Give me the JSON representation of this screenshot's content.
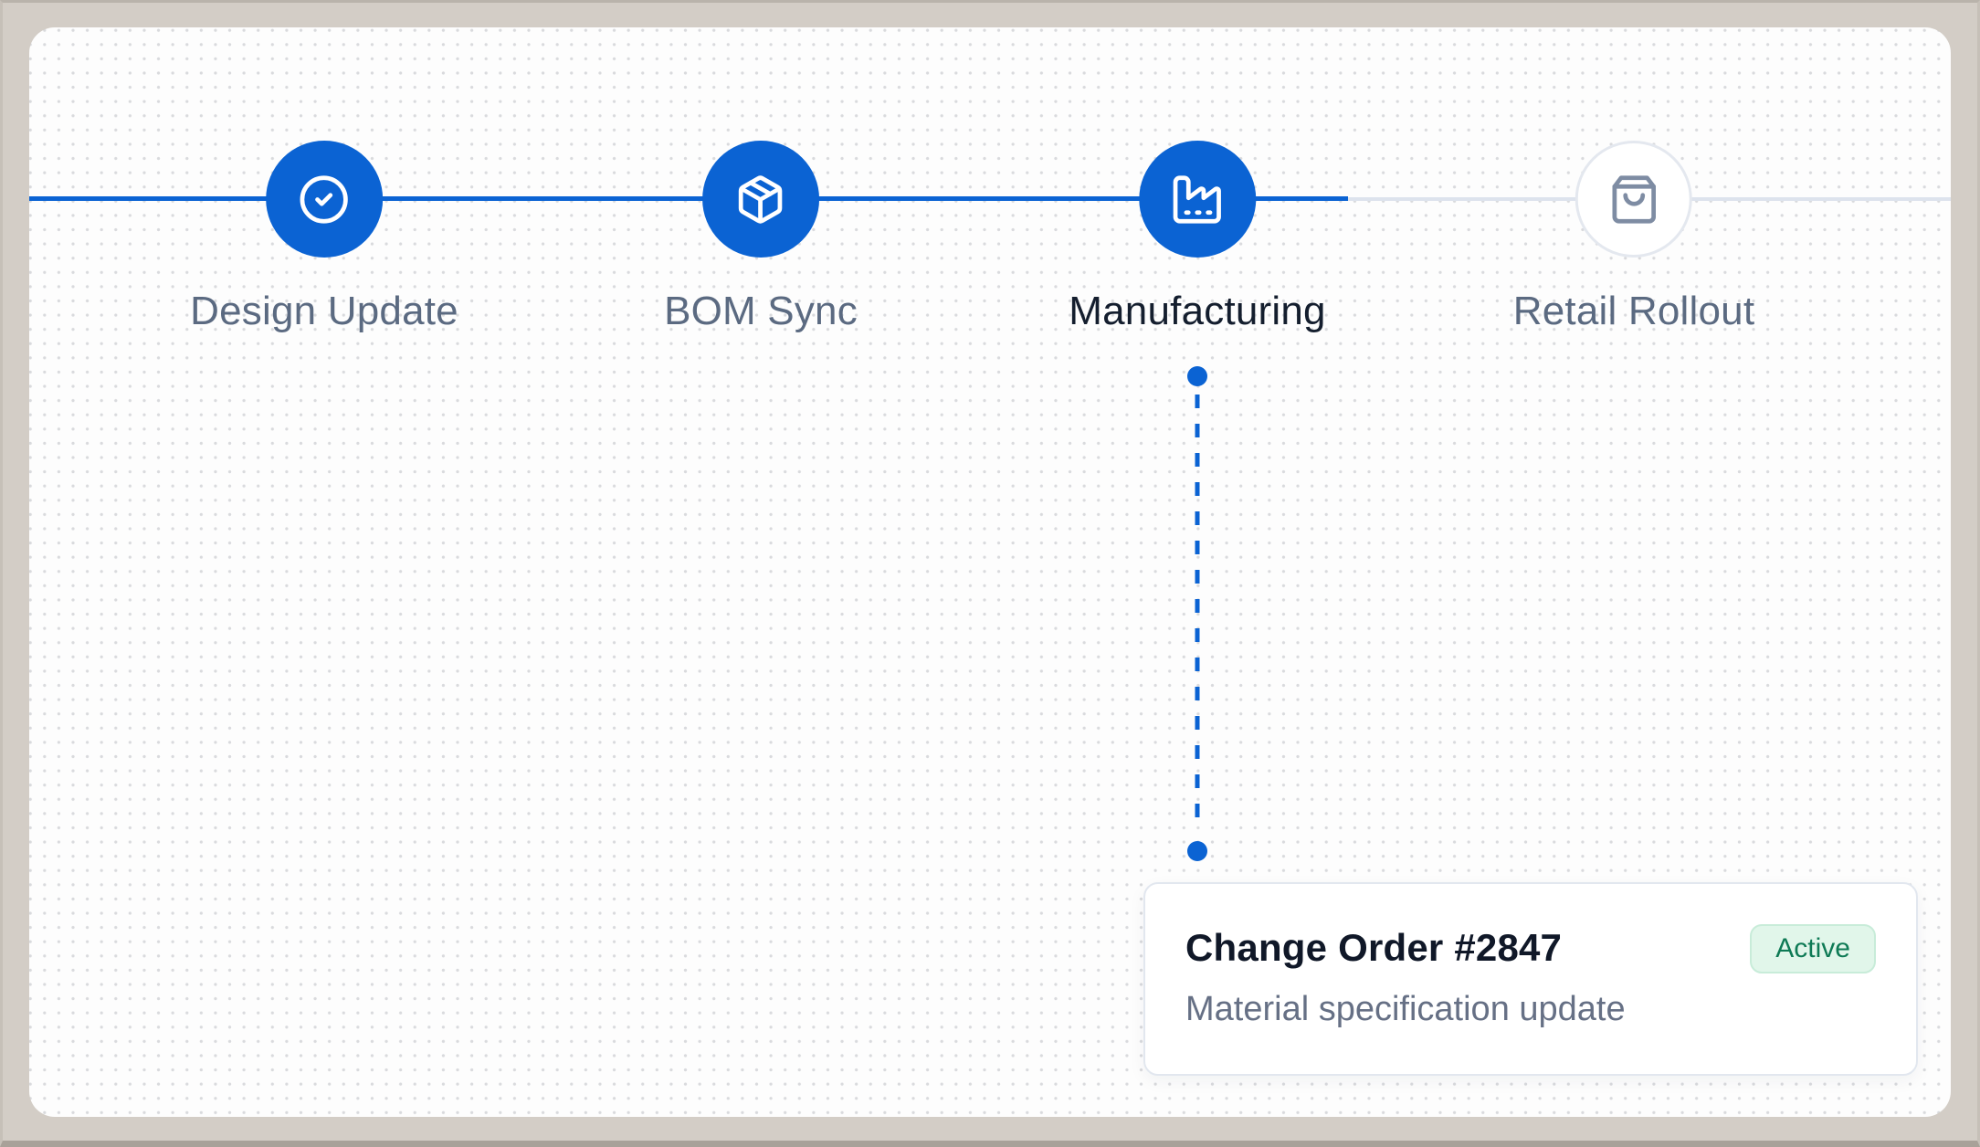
{
  "theme": {
    "accent_blue": "#0b63d3",
    "inactive_line": "#dde3ed",
    "frame_background": "#d3cdc6",
    "canvas_background": "#fdfdfd",
    "status_green": "#0e7a55",
    "status_green_bg": "#e1f6ea"
  },
  "pipeline": {
    "stages": [
      {
        "label": "Design Update",
        "icon": "check-circle-icon",
        "state": "completed"
      },
      {
        "label": "BOM Sync",
        "icon": "package-icon",
        "state": "completed"
      },
      {
        "label": "Manufacturing",
        "icon": "factory-icon",
        "state": "active"
      },
      {
        "label": "Retail Rollout",
        "icon": "shopping-bag-icon",
        "state": "upcoming"
      }
    ]
  },
  "detail_card": {
    "title": "Change Order #2847",
    "subtitle": "Material specification update",
    "badge_label": "Active"
  }
}
